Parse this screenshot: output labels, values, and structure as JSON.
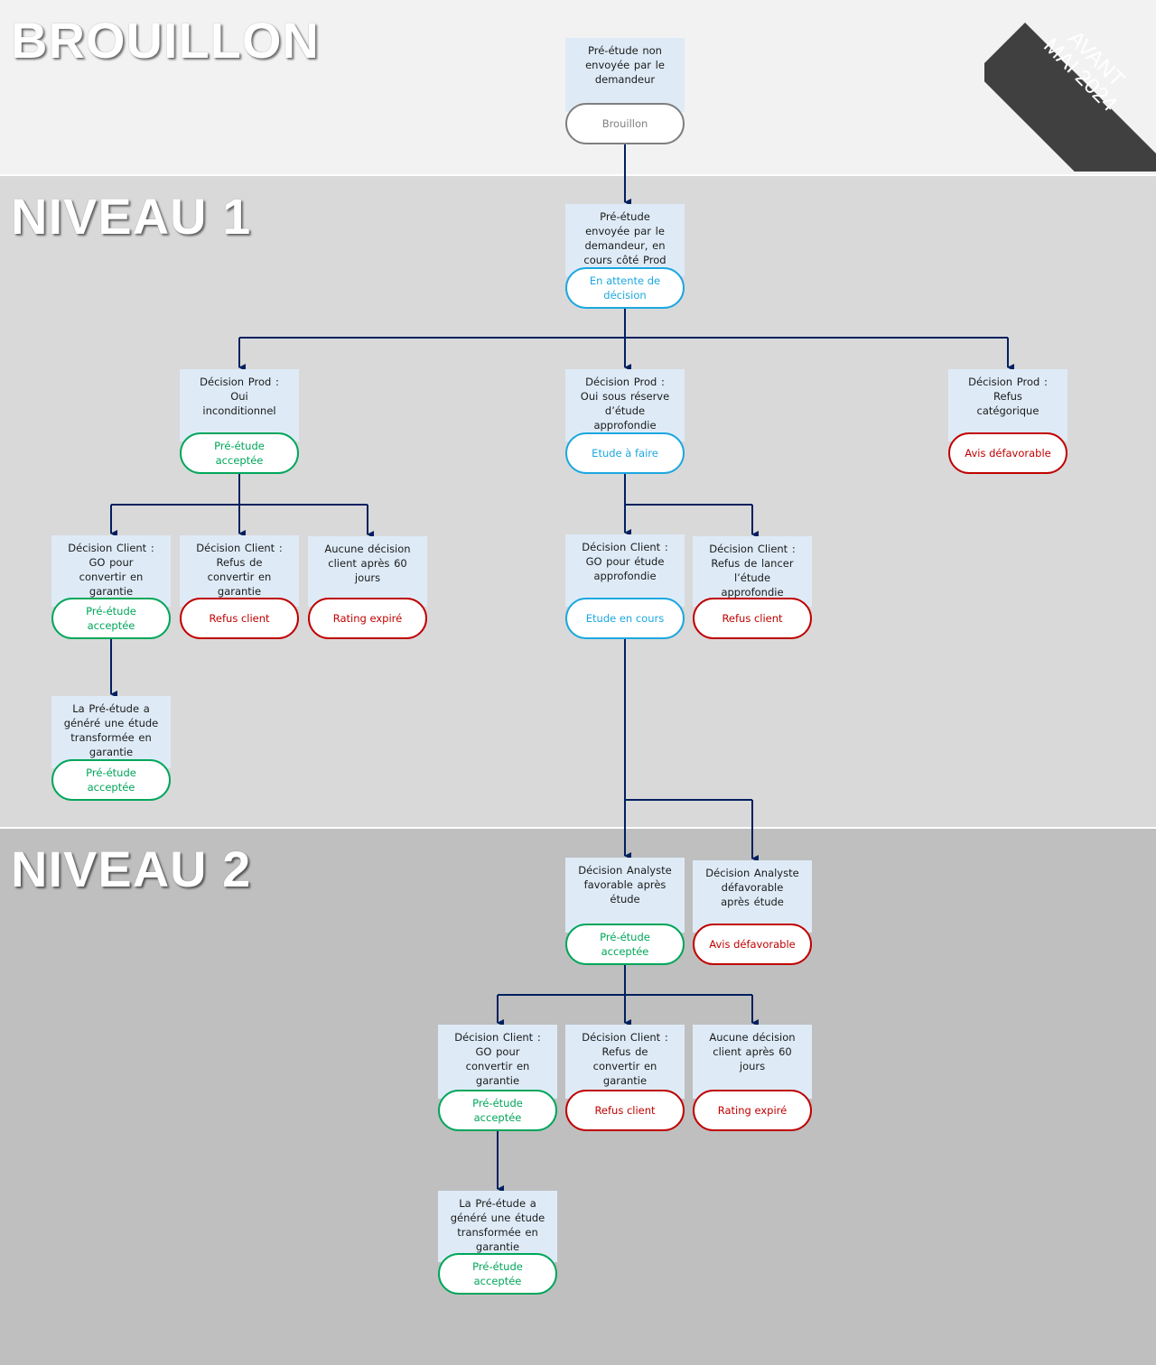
{
  "sections": [
    {
      "id": "brouillon",
      "title": "BROUILLON",
      "bg": "#f2f2f2"
    },
    {
      "id": "niveau1",
      "title": "NIVEAU 1",
      "bg": "#d9d9d9"
    },
    {
      "id": "niveau2",
      "title": "NIVEAU 2",
      "bg": "#bfbfbf"
    }
  ],
  "corner_ribbon": {
    "line1": "AVANT",
    "line2": "MAI 2024"
  },
  "colors": {
    "arrow": "#002060",
    "box": "#deebf7",
    "blue": "#1ca7e0",
    "green": "#00a65a",
    "red": "#c00000",
    "gray": "#7f7f7f"
  },
  "nodes": [
    {
      "id": "n0",
      "text": "Pré-étude  non\nenvoyée  par le\ndemandeur",
      "status": "Brouillon",
      "status_color": "gray"
    },
    {
      "id": "n1",
      "text": "Pré-étude\nenvoyée  par le\ndemandeur, en\ncours côté Prod",
      "status": "En attente  de\ndécision",
      "status_color": "blue"
    },
    {
      "id": "n2",
      "text": "Décision Prod :\nOui\ninconditionnel",
      "status": "Pré-étude\nacceptée",
      "status_color": "green"
    },
    {
      "id": "n3",
      "text": "Décision Prod :\nOui sous réserve\nd’étude\napprofondie",
      "status": "Etude  à faire",
      "status_color": "blue"
    },
    {
      "id": "n4",
      "text": "Décision Prod :\nRefus\ncatégorique",
      "status": "Avis défavorable",
      "status_color": "red"
    },
    {
      "id": "n5",
      "text": "Décision Client :\nGO pour\nconvertir en\ngarantie",
      "status": "Pré-étude\nacceptée",
      "status_color": "green"
    },
    {
      "id": "n6",
      "text": "Décision Client :\nRefus de\nconvertir en\ngarantie",
      "status": "Refus client",
      "status_color": "red"
    },
    {
      "id": "n7",
      "text": "Aucune décision\nclient après 60\njours",
      "status": "Rating expiré",
      "status_color": "red"
    },
    {
      "id": "n8",
      "text": "Décision Client :\nGO pour étude\napprofondie",
      "status": "Etude  en cours",
      "status_color": "blue"
    },
    {
      "id": "n9",
      "text": "Décision Client :\nRefus de lancer\nl’étude\napprofondie",
      "status": "Refus client",
      "status_color": "red"
    },
    {
      "id": "n10",
      "text": "La Pré-étude  a\ngénéré  une étude\ntransformée en\ngarantie",
      "status": "Pré-étude\nacceptée",
      "status_color": "green"
    },
    {
      "id": "n11",
      "text": "Décision Analyste\nfavorable après\nétude",
      "status": "Pré-étude\nacceptée",
      "status_color": "green"
    },
    {
      "id": "n12",
      "text": "Décision Analyste\ndéfavorable\naprès étude",
      "status": "Avis défavorable",
      "status_color": "red"
    },
    {
      "id": "n13",
      "text": "Décision Client :\nGO pour\nconvertir en\ngarantie",
      "status": "Pré-étude\nacceptée",
      "status_color": "green"
    },
    {
      "id": "n14",
      "text": "Décision Client :\nRefus de\nconvertir en\ngarantie",
      "status": "Refus client",
      "status_color": "red"
    },
    {
      "id": "n15",
      "text": "Aucune décision\nclient après 60\njours",
      "status": "Rating expiré",
      "status_color": "red"
    },
    {
      "id": "n16",
      "text": "La Pré-étude  a\ngénéré  une étude\ntransformée en\ngarantie",
      "status": "Pré-étude\nacceptée",
      "status_color": "green"
    }
  ],
  "edges": [
    {
      "from": "n0",
      "to": "n1"
    },
    {
      "from": "n1",
      "to": "n2"
    },
    {
      "from": "n1",
      "to": "n3"
    },
    {
      "from": "n1",
      "to": "n4"
    },
    {
      "from": "n2",
      "to": "n5"
    },
    {
      "from": "n2",
      "to": "n6"
    },
    {
      "from": "n2",
      "to": "n7"
    },
    {
      "from": "n3",
      "to": "n8"
    },
    {
      "from": "n3",
      "to": "n9"
    },
    {
      "from": "n5",
      "to": "n10"
    },
    {
      "from": "n8",
      "to": "n11"
    },
    {
      "from": "n8",
      "to": "n12"
    },
    {
      "from": "n11",
      "to": "n13"
    },
    {
      "from": "n11",
      "to": "n14"
    },
    {
      "from": "n11",
      "to": "n15"
    },
    {
      "from": "n13",
      "to": "n16"
    }
  ]
}
